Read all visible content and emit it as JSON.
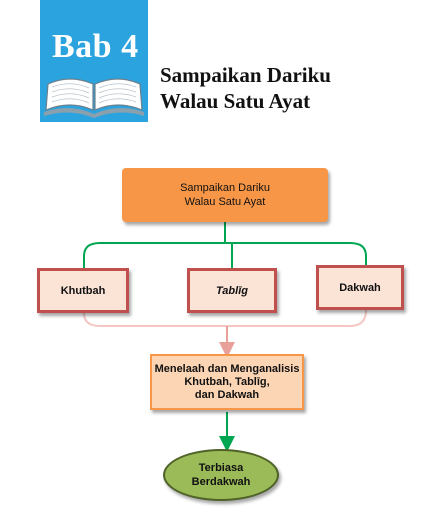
{
  "header": {
    "chapter_label": "Bab 4",
    "title_line1": "Sampaikan Dariku",
    "title_line2": "Walau Satu Ayat",
    "icons": [
      "book-icon"
    ]
  },
  "diagram": {
    "root": {
      "line1": "Sampaikan Dariku",
      "line2": "Walau Satu Ayat"
    },
    "branches": [
      "Khutbah",
      "Tablīg",
      "Dakwah"
    ],
    "analysis": {
      "line1": "Menelaah dan Menganalisis",
      "line2": "Khutbah, Tablīg,",
      "line3": "dan Dakwah"
    },
    "result": {
      "line1": "Terbiasa",
      "line2": "Berdakwah"
    }
  },
  "colors": {
    "header_blue": "#2aa3df",
    "root_orange": "#f79646",
    "branch_border_red": "#c0504d",
    "connector_green": "#00a651",
    "bracket_pink": "#f4c7c3",
    "result_green": "#9bbb59"
  }
}
